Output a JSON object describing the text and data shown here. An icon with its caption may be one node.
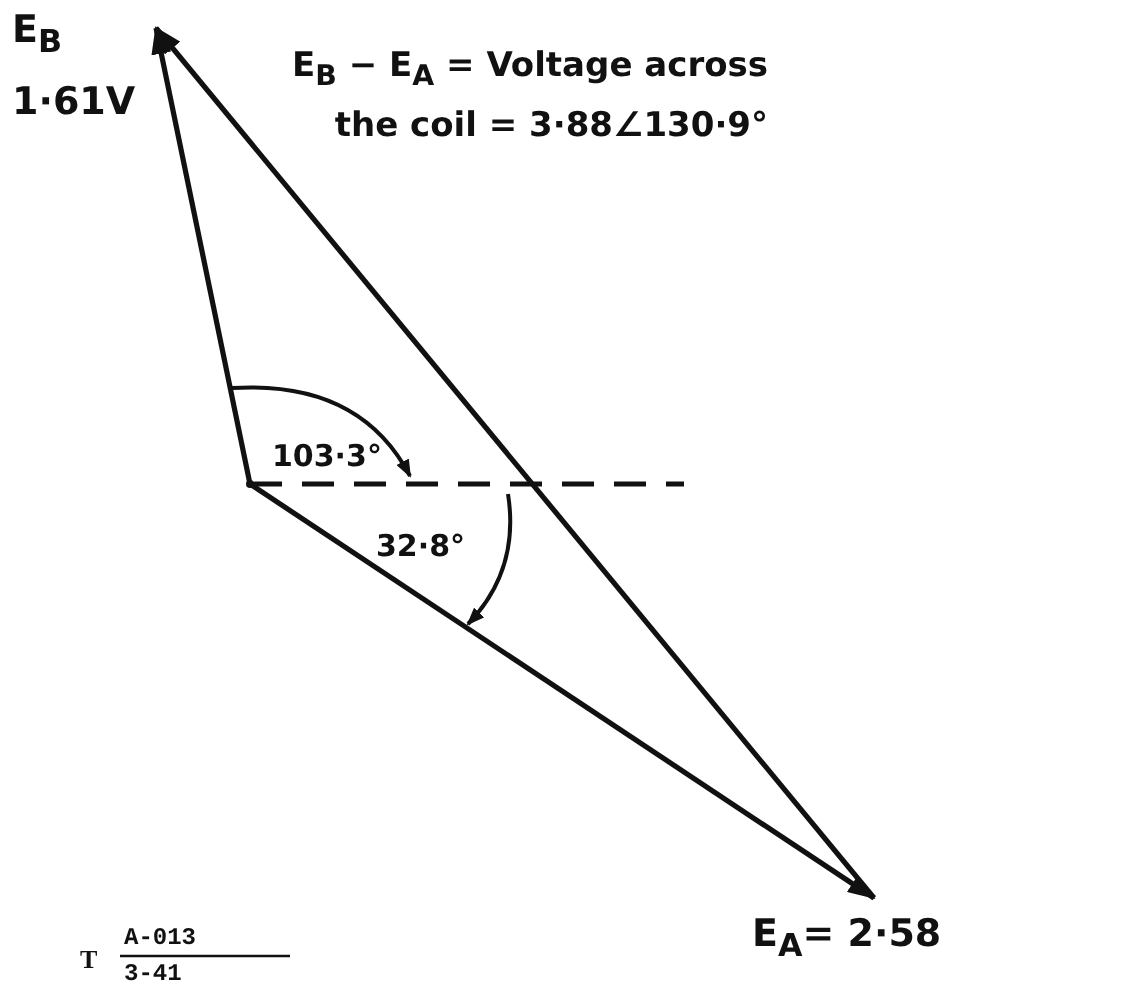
{
  "diagram": {
    "nodes": [
      {
        "text": [
          "E$_{B}$",
          "1·61V"
        ]
      },
      {
        "text": [
          "E$_{A}$= 2·58"
        ]
      },
      {
        "text": [],
        "shape": "point"
      }
    ],
    "edges": [
      {
        "from": 2,
        "to": 0,
        "arrow": "to"
      },
      {
        "from": 2,
        "to": 1,
        "arrow": "to"
      },
      {
        "from": 1,
        "to": 0,
        "arrow": "to"
      }
    ],
    "labels": [
      "E$_{B}$ − E$_{A}$ = Voltage across the coil = 3·88∠130·9°",
      "103·3°",
      "32·8°",
      "T",
      "A-013",
      "3-41"
    ]
  }
}
